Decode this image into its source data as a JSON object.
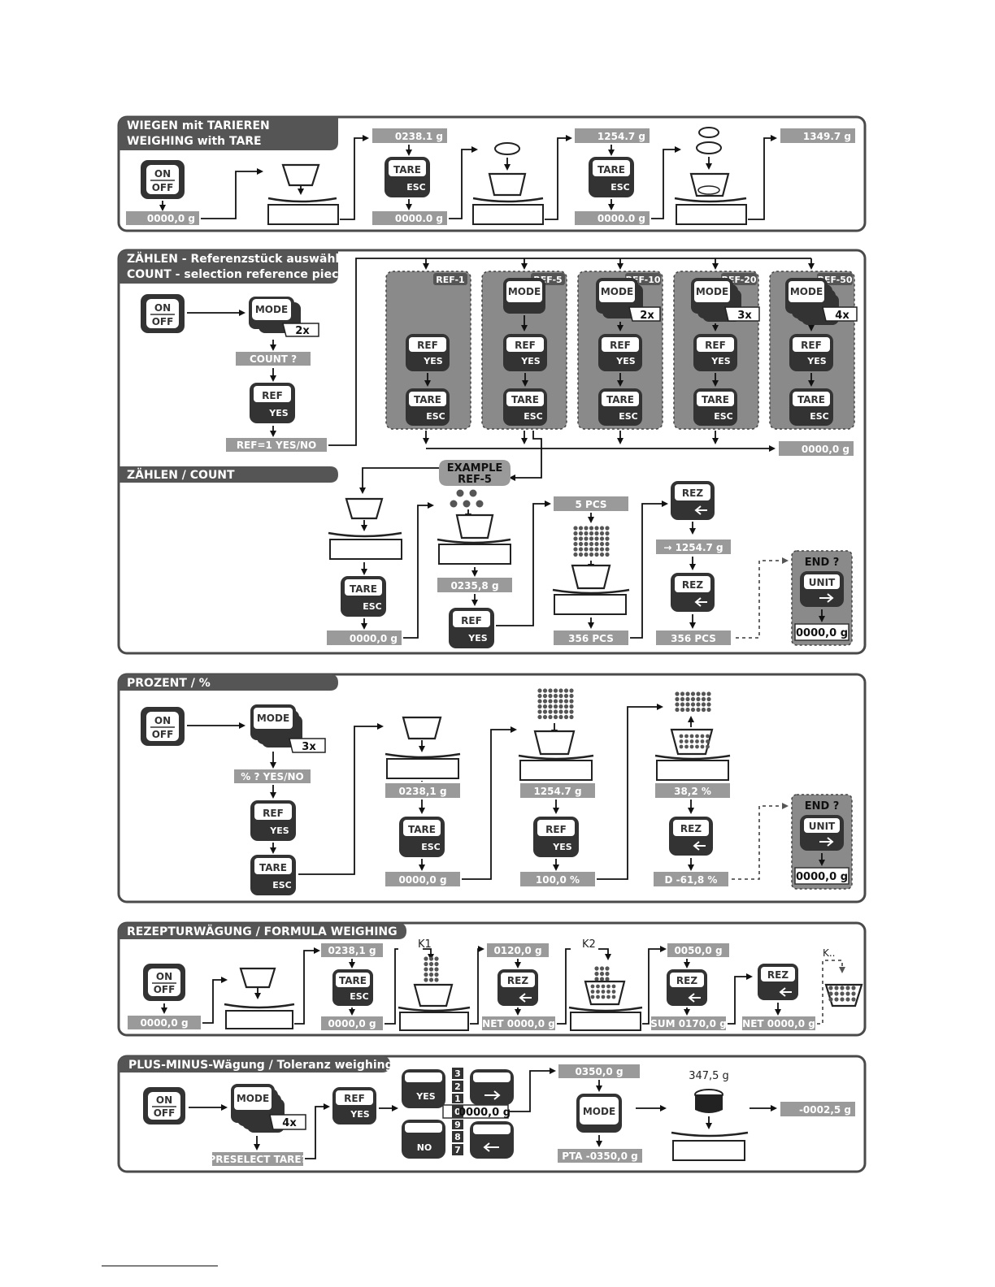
{
  "sections": {
    "weighing": {
      "title_line1": "WIEGEN mit TARIEREN",
      "title_line2": "WEIGHING with TARE"
    },
    "count_select": {
      "title_line1": "ZÄHLEN - Referenzstück auswählen",
      "title_line2": "COUNT   - selection reference piece"
    },
    "count": {
      "title": "ZÄHLEN / COUNT"
    },
    "percent": {
      "title": "PROZENT  /  %"
    },
    "formula": {
      "title": "REZEPTURWÄGUNG  /  FORMULA WEIGHING"
    },
    "tolerance": {
      "title": "PLUS-MINUS-Wägung  /  Toleranz weighing"
    }
  },
  "keys": {
    "on": "ON",
    "off": "OFF",
    "tare": "TARE",
    "esc": "ESC",
    "mode": "MODE",
    "ref": "REF",
    "yes": "YES",
    "no": "NO",
    "rez": "REZ",
    "unit": "UNIT"
  },
  "weighing": {
    "d_zero1": "0000,0 g",
    "d_238": "0238.1 g",
    "d_zero2": "0000.0 g",
    "d_1254": "1254.7 g",
    "d_zero3": "0000.0 g",
    "d_1349": "1349.7 g"
  },
  "count_select": {
    "press_2x": "2x",
    "count_q": "COUNT ?",
    "ref1_yesno": "REF=1    YES/NO",
    "ref_labels": [
      "REF-1",
      "REF-5",
      "REF-10",
      "REF-20",
      "REF-50"
    ],
    "multipliers": [
      "2x",
      "3x",
      "4x"
    ],
    "d_result": "0000,0 g"
  },
  "count": {
    "example_line1": "EXAMPLE",
    "example_line2": "REF-5",
    "d_zero": "0000,0 g",
    "d_235": "0235,8 g",
    "d_5pcs": "5 PCS",
    "d_356a": "356 PCS",
    "d_1254": "→  1254.7 g",
    "d_356b": "356 PCS",
    "end_q": "END ?",
    "d_end": "0000,0 g"
  },
  "percent": {
    "press_3x": "3x",
    "pct_q": "% ?   YES/NO",
    "d_238": "0238,1 g",
    "d_zero": "0000,0 g",
    "d_1254": "1254.7 g",
    "d_100": "100,0 %",
    "d_38": "38,2 %",
    "d_diff": "D  -61,8 %",
    "end_q": "END ?",
    "d_end": "0000,0 g"
  },
  "formula": {
    "d_zero1": "0000,0 g",
    "d_238": "0238,1 g",
    "d_zero2": "0000,0 g",
    "k1": "K1",
    "d_120": "0120,0 g",
    "d_net1": "NET 0000,0 g",
    "k2": "K2",
    "d_050": "0050,0 g",
    "d_sum": "SUM 0170,0 g",
    "d_net2": "NET 0000,0 g",
    "kn": "K.."
  },
  "tolerance": {
    "press_4x": "4x",
    "preselect": "PRESELECT TARE?",
    "digits_up": [
      "3",
      "2",
      "1"
    ],
    "digit_zero": "0",
    "digits_down": [
      "9",
      "8",
      "7"
    ],
    "d_entry": "0000,0 g",
    "d_350": "0350,0 g",
    "d_pta": "PTA  -0350,0 g",
    "weight_label": "347,5 g",
    "d_result": "-0002,5 g"
  }
}
